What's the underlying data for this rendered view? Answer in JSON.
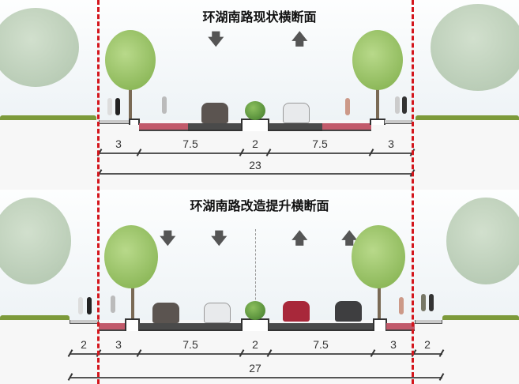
{
  "existing": {
    "title": "环湖南路现状横断面",
    "segments": [
      "3",
      "7.5",
      "2",
      "7.5",
      "3"
    ],
    "total": "23"
  },
  "proposed": {
    "title": "环湖南路改造提升横断面",
    "segments": [
      "2",
      "3",
      "7.5",
      "2",
      "7.5",
      "3",
      "2"
    ],
    "total": "27"
  },
  "colors": {
    "red_boundary": "#d4161d",
    "bike_lane": "#c25a6a",
    "carriageway": "#4a4a4a"
  }
}
